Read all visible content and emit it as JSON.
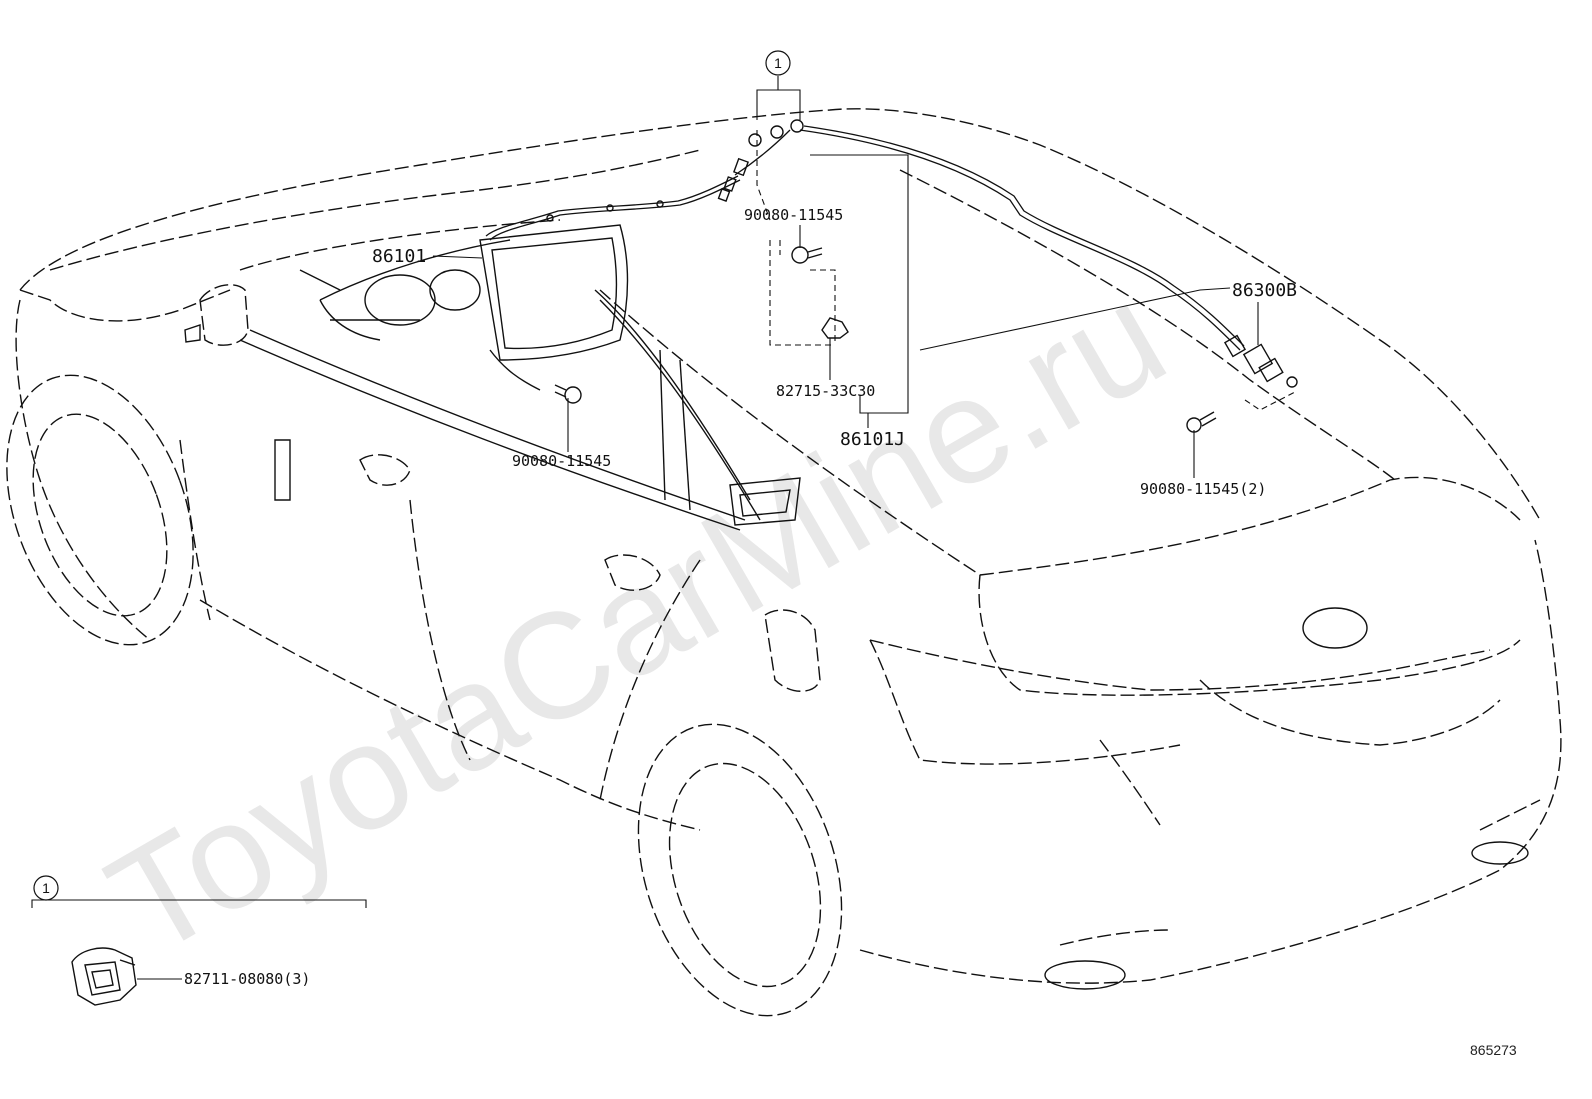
{
  "watermark": "ToyotaCarMine.ru",
  "diagram_id": "865273",
  "callout_ref": "1",
  "parts": {
    "display_main": "86101",
    "bolt_upper": "90080-11545",
    "clamp": "82715-33C30",
    "bracket_assy": "86101J",
    "bolt_lower": "90080-11545",
    "antenna": "86300B",
    "bolt_rear": "90080-11545(2)",
    "clip": "82711-08080(3)"
  }
}
